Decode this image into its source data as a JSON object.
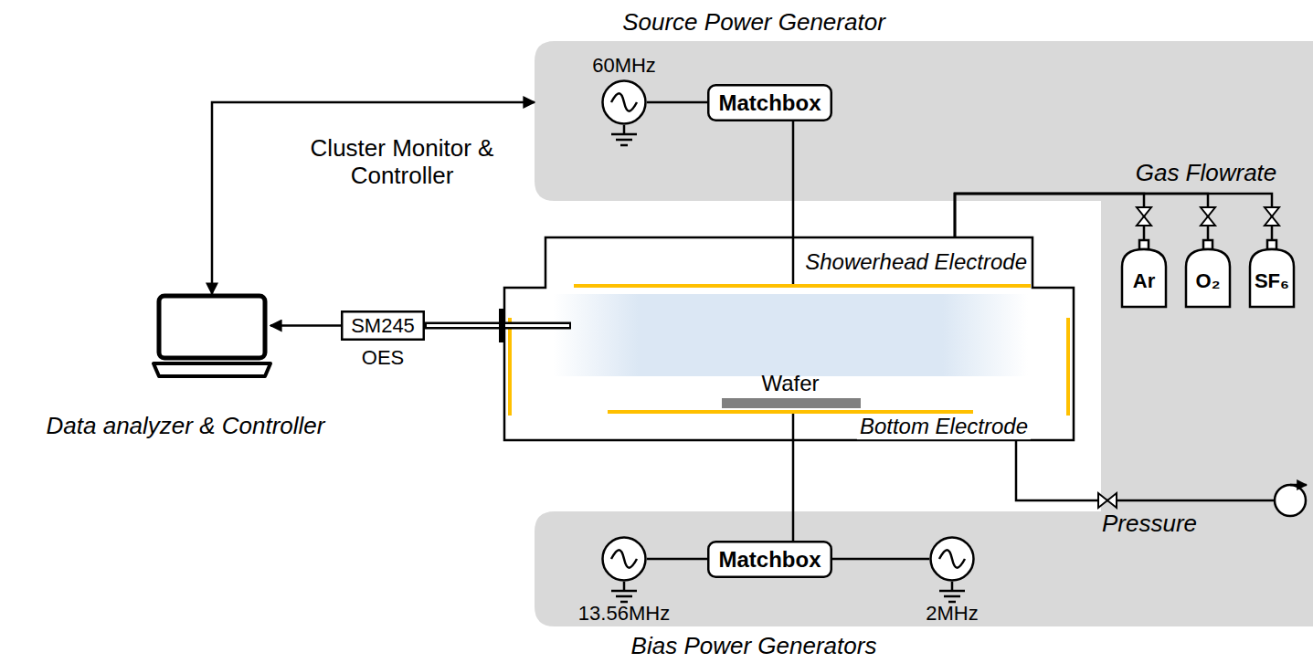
{
  "diagram": {
    "nodes": [
      {
        "text": [
          "Source Power Generator"
        ]
      },
      {
        "text": [
          "60MHz"
        ],
        "in": 0
      },
      {
        "text": [
          "Matchbox"
        ],
        "in": 0
      },
      {
        "text": [
          "Data analyzer & Controller"
        ]
      },
      {
        "text": [
          "SM245",
          "OES"
        ]
      },
      {
        "text": [
          "Showerhead Electrode",
          "Wafer",
          "Bottom Electrode"
        ]
      },
      {
        "text": [
          "Ar"
        ]
      },
      {
        "text": [
          "O₂"
        ]
      },
      {
        "text": [
          "SF₆"
        ]
      },
      {
        "text": [
          "Bias Power Generators"
        ]
      },
      {
        "text": [
          "Matchbox"
        ],
        "in": 9
      },
      {
        "text": [
          "13.56MHz"
        ],
        "in": 9
      },
      {
        "text": [
          "2MHz"
        ],
        "in": 9
      }
    ],
    "edges": [
      {
        "from": 3,
        "to": 0,
        "arrow": "both",
        "label": "Cluster Monitor & Controller"
      },
      {
        "from": 4,
        "to": 3,
        "arrow": "to"
      },
      {
        "from": 4,
        "to": 5,
        "arrow": "none"
      },
      {
        "from": 1,
        "to": 2,
        "arrow": "none"
      },
      {
        "from": 2,
        "to": 5,
        "arrow": "none"
      },
      {
        "from": 6,
        "to": 5,
        "arrow": "none"
      },
      {
        "from": 7,
        "to": 5,
        "arrow": "none"
      },
      {
        "from": 8,
        "to": 5,
        "arrow": "none"
      },
      {
        "from": 10,
        "to": 5,
        "arrow": "none"
      },
      {
        "from": 11,
        "to": 10,
        "arrow": "none"
      },
      {
        "from": 12,
        "to": 10,
        "arrow": "none"
      }
    ],
    "labels": [
      "Gas Flowrate",
      "Pressure"
    ]
  }
}
